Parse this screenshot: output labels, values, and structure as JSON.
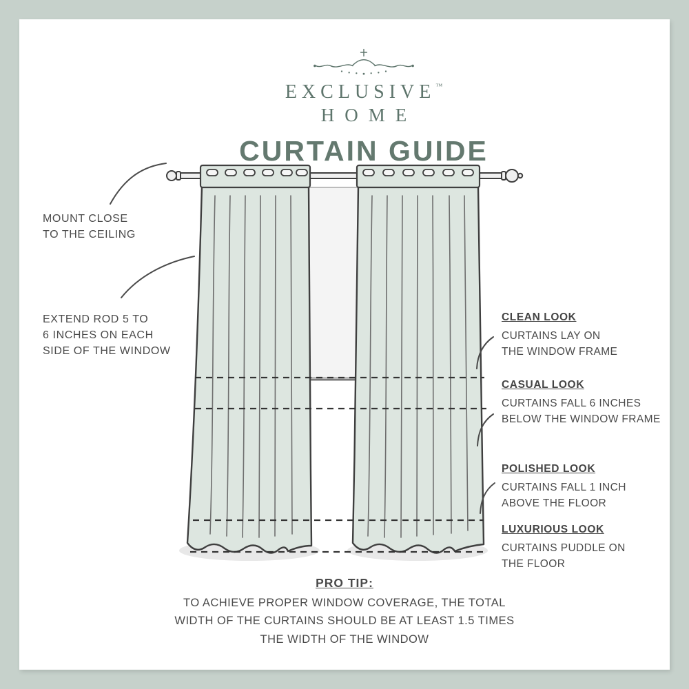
{
  "colors": {
    "outer_bg": "#c6d1cb",
    "card_bg": "#ffffff",
    "brand": "#5e756c",
    "title": "#64796f",
    "ink": "#4a4a4a",
    "curtain_fill": "#dde6e0",
    "line": "#3f3f3f"
  },
  "logo": {
    "brand_top": "EXCLUSIVE",
    "trademark": "™",
    "brand_bottom": "HOME"
  },
  "title": "CURTAIN GUIDE",
  "annotations": {
    "left": [
      {
        "text": "MOUNT CLOSE\nTO THE CEILING"
      },
      {
        "text": "EXTEND ROD 5 TO\n6 INCHES ON EACH\nSIDE OF THE WINDOW"
      }
    ],
    "right": [
      {
        "heading": "CLEAN LOOK",
        "body": "CURTAINS LAY ON\nTHE WINDOW FRAME"
      },
      {
        "heading": "CASUAL LOOK",
        "body": "CURTAINS FALL 6 INCHES\nBELOW THE WINDOW FRAME"
      },
      {
        "heading": "POLISHED LOOK",
        "body": "CURTAINS FALL 1 INCH\nABOVE THE FLOOR"
      },
      {
        "heading": "LUXURIOUS LOOK",
        "body": "CURTAINS PUDDLE ON\nTHE FLOOR"
      }
    ]
  },
  "pro_tip": {
    "heading": "PRO TIP:",
    "body": "TO ACHIEVE PROPER WINDOW COVERAGE, THE TOTAL\nWIDTH OF THE CURTAINS SHOULD BE AT LEAST 1.5 TIMES\nTHE WIDTH OF THE WINDOW"
  }
}
